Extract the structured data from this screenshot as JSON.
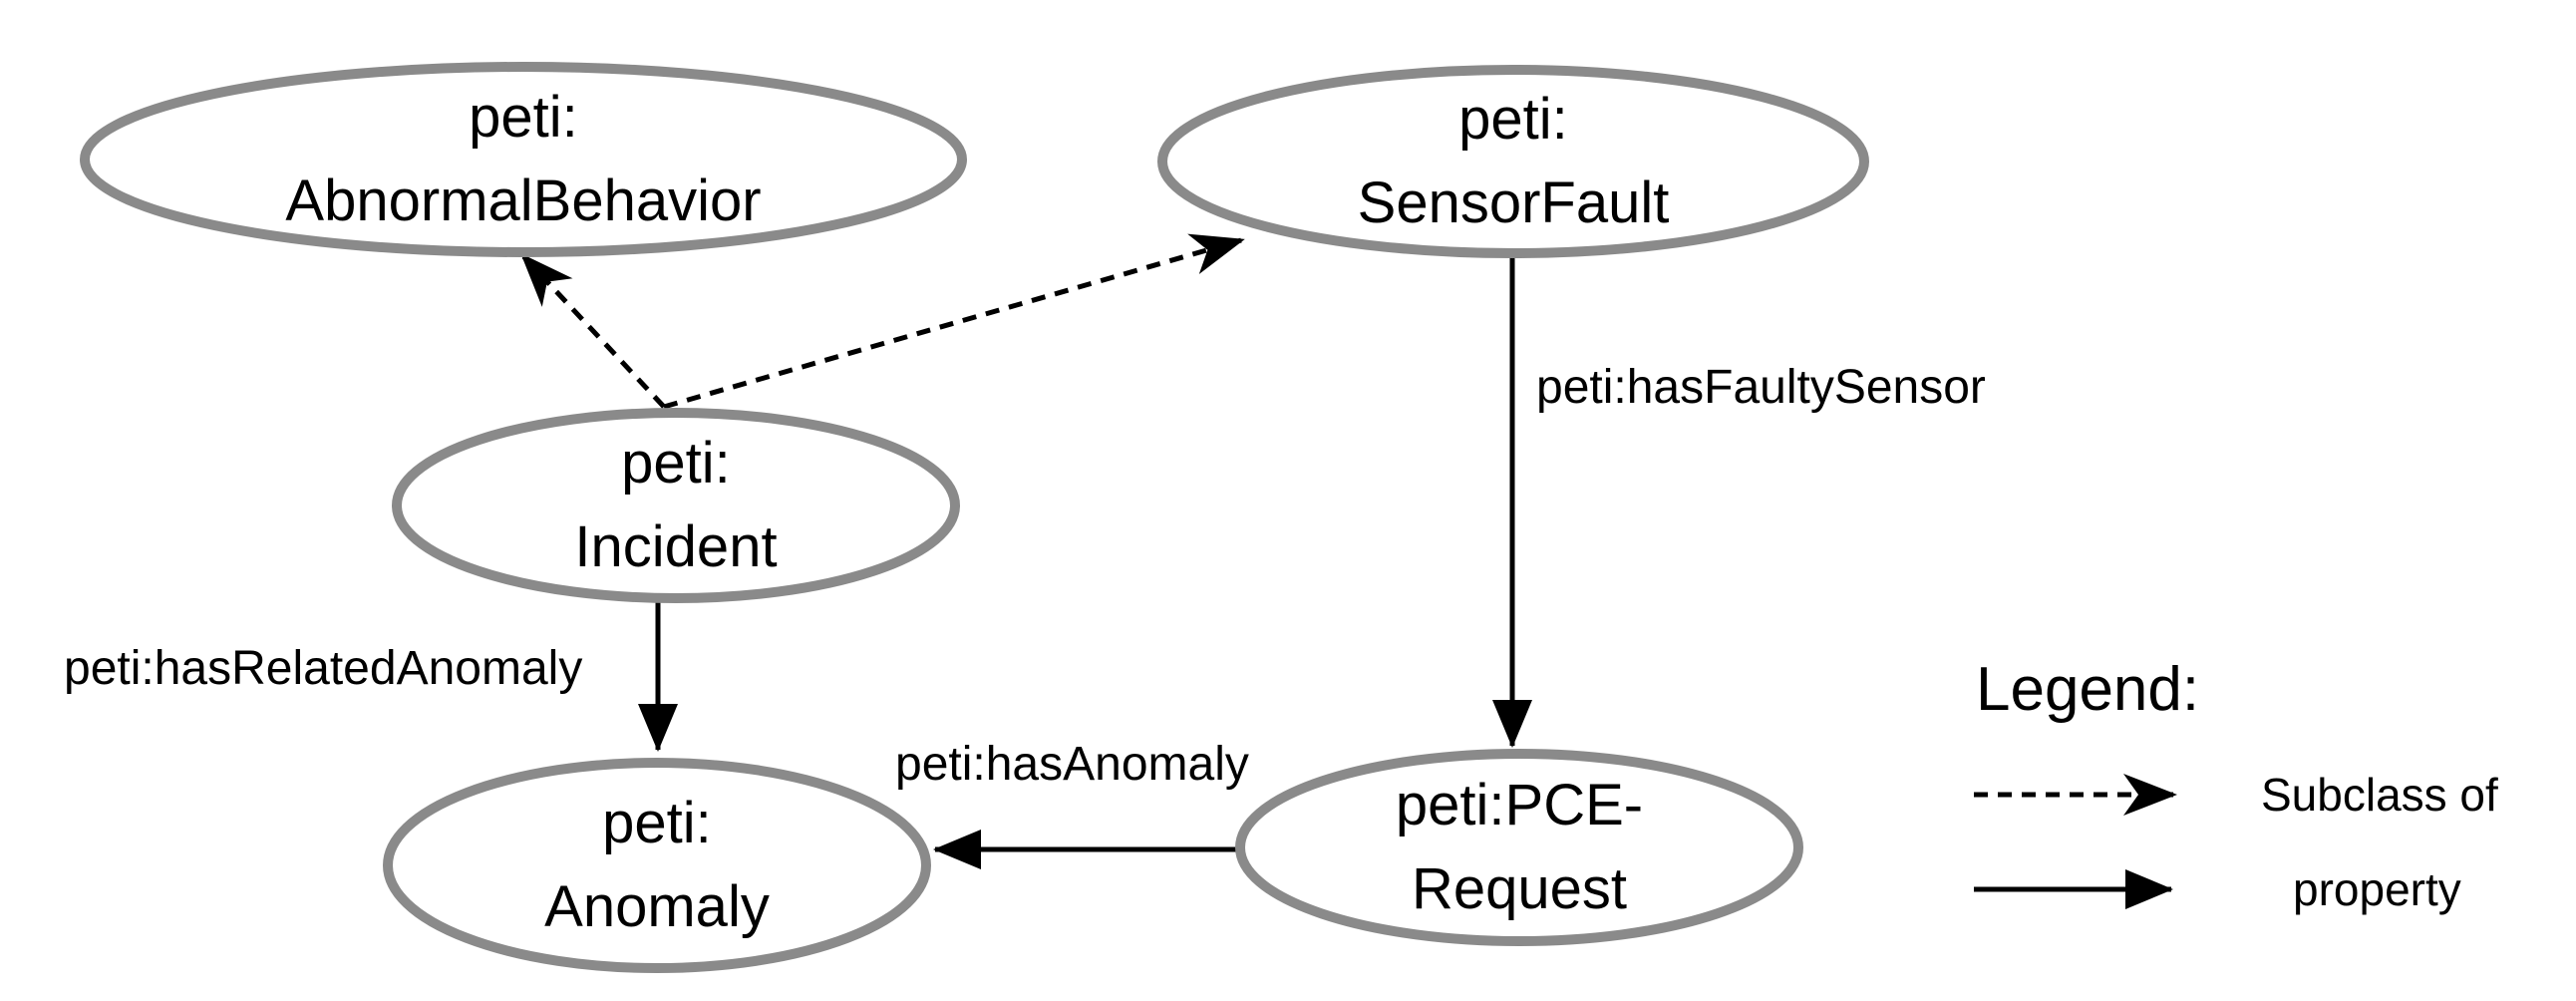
{
  "background": "#ffffff",
  "colors": {
    "node_stroke": "#8a8a8a",
    "node_fill": "#ffffff",
    "arrow": "#000000",
    "text": "#000000"
  },
  "nodes": [
    {
      "id": "abnormal-behavior",
      "line1": "peti:",
      "line2": "AbnormalBehavior"
    },
    {
      "id": "sensor-fault",
      "line1": "peti:",
      "line2": "SensorFault"
    },
    {
      "id": "incident",
      "line1": "peti:",
      "line2": "Incident"
    },
    {
      "id": "anomaly",
      "line1": "peti:",
      "line2": "Anomaly"
    },
    {
      "id": "pce-request",
      "line1": "peti:PCE-",
      "line2": "Request"
    }
  ],
  "edges": [
    {
      "id": "incident-subclass-of-abnormal-behavior",
      "type": "subclass_of",
      "from": "incident",
      "to": "abnormal-behavior",
      "label": ""
    },
    {
      "id": "incident-subclass-of-sensor-fault",
      "type": "subclass_of",
      "from": "incident",
      "to": "sensor-fault",
      "label": ""
    },
    {
      "id": "incident-has-related-anomaly",
      "type": "property",
      "from": "incident",
      "to": "anomaly",
      "label": "peti:hasRelatedAnomaly"
    },
    {
      "id": "sensor-fault-has-faulty-sensor",
      "type": "property",
      "from": "sensor-fault",
      "to": "pce-request",
      "label": "peti:hasFaultySensor"
    },
    {
      "id": "pce-request-has-anomaly",
      "type": "property",
      "from": "pce-request",
      "to": "anomaly",
      "label": "peti:hasAnomaly"
    }
  ],
  "legend": {
    "title": "Legend:",
    "items": [
      {
        "style": "dashed",
        "label": "Subclass of"
      },
      {
        "style": "solid",
        "label": "property"
      }
    ]
  }
}
